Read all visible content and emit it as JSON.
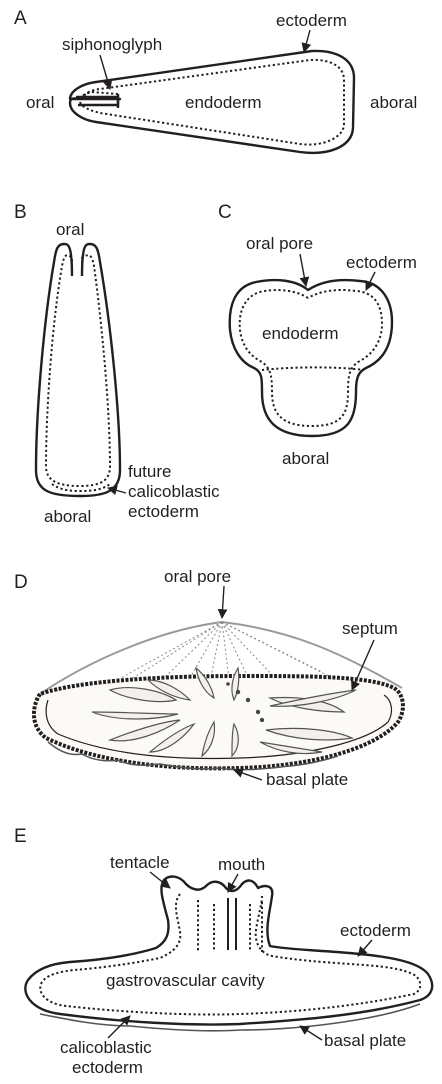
{
  "panels": {
    "A": {
      "letter": "A",
      "labels": {
        "siphonoglyph": "siphonoglyph",
        "ectoderm": "ectoderm",
        "oral": "oral",
        "endoderm": "endoderm",
        "aboral": "aboral"
      }
    },
    "B": {
      "letter": "B",
      "labels": {
        "oral": "oral",
        "future": "future",
        "calicoblastic": "calicoblastic",
        "ectoderm": "ectoderm",
        "aboral": "aboral"
      }
    },
    "C": {
      "letter": "C",
      "labels": {
        "oral_pore": "oral pore",
        "ectoderm": "ectoderm",
        "endoderm": "endoderm",
        "aboral": "aboral"
      }
    },
    "D": {
      "letter": "D",
      "labels": {
        "oral_pore": "oral pore",
        "septum": "septum",
        "basal_plate": "basal plate"
      }
    },
    "E": {
      "letter": "E",
      "labels": {
        "tentacle": "tentacle",
        "mouth": "mouth",
        "ectoderm": "ectoderm",
        "gastrovascular_cavity": "gastrovascular cavity",
        "calicoblastic": "calicoblastic",
        "calico_ectoderm": "ectoderm",
        "basal_plate": "basal plate"
      }
    }
  },
  "colors": {
    "ink": "#231f20",
    "outline_grey": "#9a9a9a",
    "septum_fill": "#f4f1ec"
  }
}
